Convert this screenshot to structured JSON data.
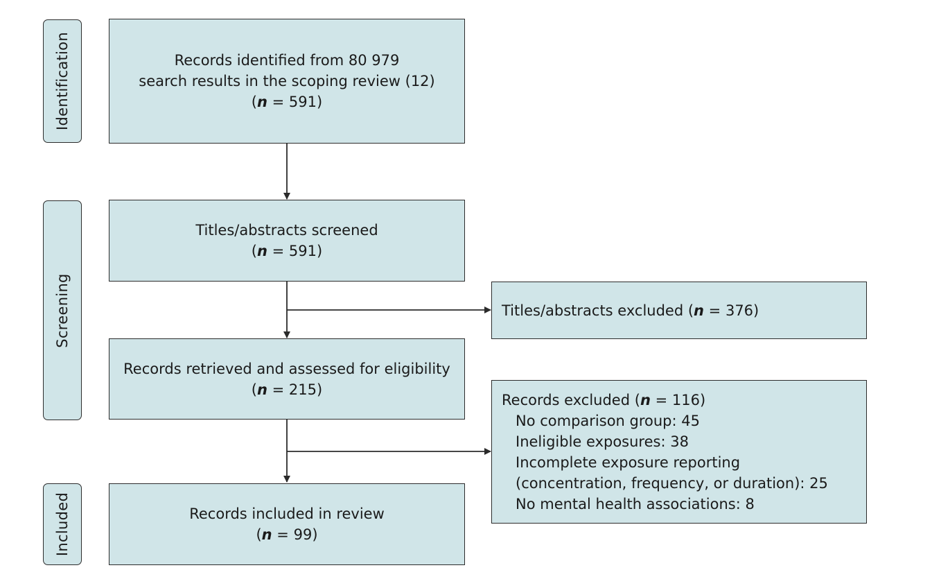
{
  "stages": {
    "identification": "Identification",
    "screening": "Screening",
    "included": "Included"
  },
  "n_symbol": "n",
  "n_sep": " = ",
  "boxes": {
    "identified": {
      "line1": "Records identified from 80 979",
      "line2": "search results in the scoping review (12)",
      "n_value": "591"
    },
    "screened": {
      "line1": "Titles/abstracts screened",
      "n_value": "591"
    },
    "excluded_abstracts": {
      "label": "Titles/abstracts excluded",
      "n_value": "376"
    },
    "retrieved": {
      "line1": "Records retrieved and assessed for eligibility",
      "n_value": "215"
    },
    "excluded_records": {
      "label": "Records excluded",
      "n_value": "116",
      "reasons": [
        "No comparison group: 45",
        "Ineligible exposures: 38",
        "Incomplete exposure reporting",
        "(concentration, frequency, or duration): 25",
        "No mental health associations: 8"
      ]
    },
    "included": {
      "line1": "Records included in review",
      "n_value": "99"
    }
  },
  "colors": {
    "box_fill": "#d0e5e8",
    "border": "#2b2b2b"
  }
}
